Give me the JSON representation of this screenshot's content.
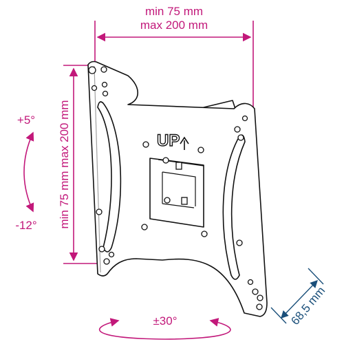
{
  "labels": {
    "width_min": "min 75 mm",
    "width_max": "max 200 mm",
    "height_vertical": "min 75 mm max 200 mm",
    "tilt_up": "+5°",
    "tilt_down": "-12°",
    "swivel": "±30°",
    "depth": "68,5 mm",
    "up_mark": "UP"
  },
  "colors": {
    "dimension_pink": "#c2187a",
    "dimension_blue": "#1a4f7a",
    "outline": "#111111"
  },
  "icons": {
    "up_arrow": "arrow-up-icon",
    "tilt_arc": "tilt-arc-icon",
    "swivel_arc": "swivel-arc-icon"
  }
}
